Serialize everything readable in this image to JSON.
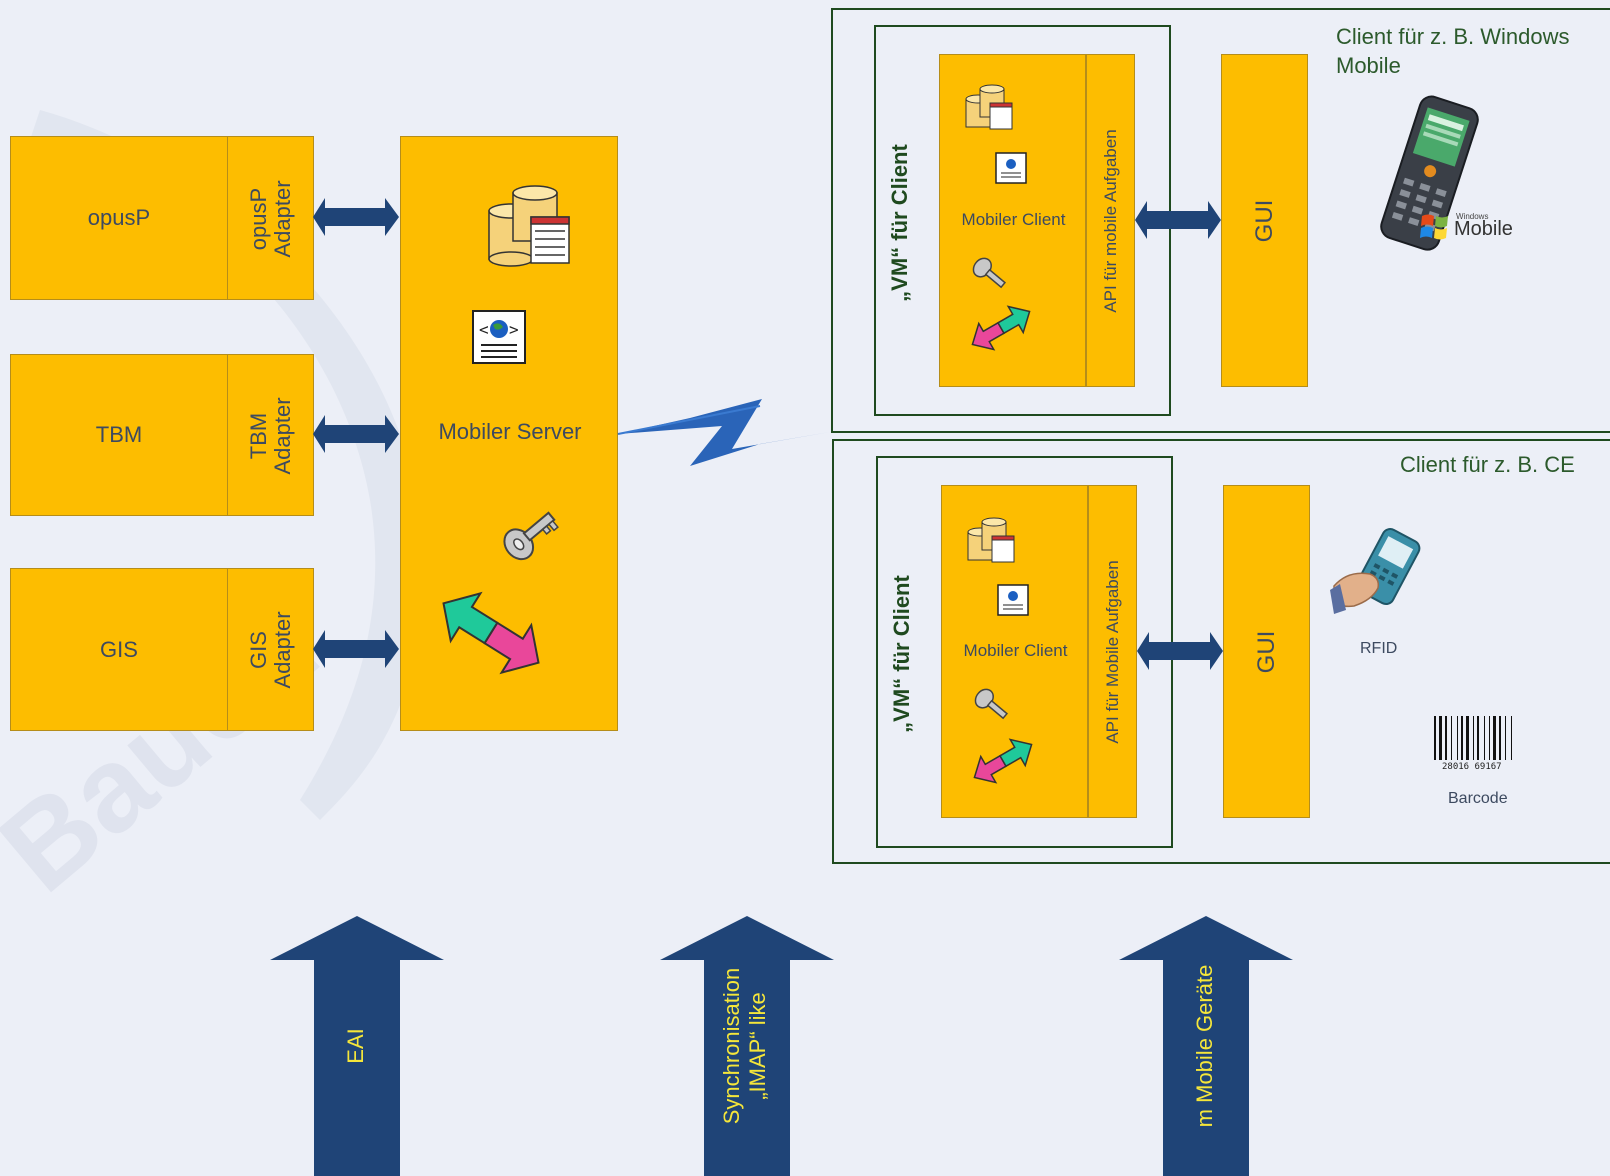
{
  "watermark": "Baueu",
  "systems": [
    {
      "name": "opusP",
      "adapter": "opusP\nAdapter"
    },
    {
      "name": "TBM",
      "adapter": "TBM\nAdapter"
    },
    {
      "name": "GIS",
      "adapter": "GIS\nAdapter"
    }
  ],
  "server": {
    "label": "Mobiler Server"
  },
  "clients": [
    {
      "title": "Client für z. B. Windows\nMobile",
      "vm_label": "„VM“ für Client",
      "client_label": "Mobiler Client",
      "api_label": "API für mobile Aufgaben",
      "gui_label": "GUI",
      "brand_small": "Windows",
      "brand": "Mobile"
    },
    {
      "title": "Client für z. B. CE",
      "vm_label": "„VM“ für Client",
      "client_label": "Mobiler Client",
      "api_label": "API für Mobile Aufgaben",
      "gui_label": "GUI",
      "rfid_label": "RFID",
      "barcode_label": "Barcode",
      "barcode_number": "28016 69167"
    }
  ],
  "bottom_arrows": [
    {
      "label": "EAI"
    },
    {
      "label": "Synchronisation\n„IMAP“ like"
    },
    {
      "label": "m Mobile Geräte"
    }
  ],
  "colors": {
    "background": "#eceff7",
    "box_fill": "#fdbd00",
    "arrow_blue": "#1f4477",
    "frame_green": "#1f4a1f",
    "text_dark": "#3d4a60",
    "arrow_text": "#f5e63a"
  }
}
